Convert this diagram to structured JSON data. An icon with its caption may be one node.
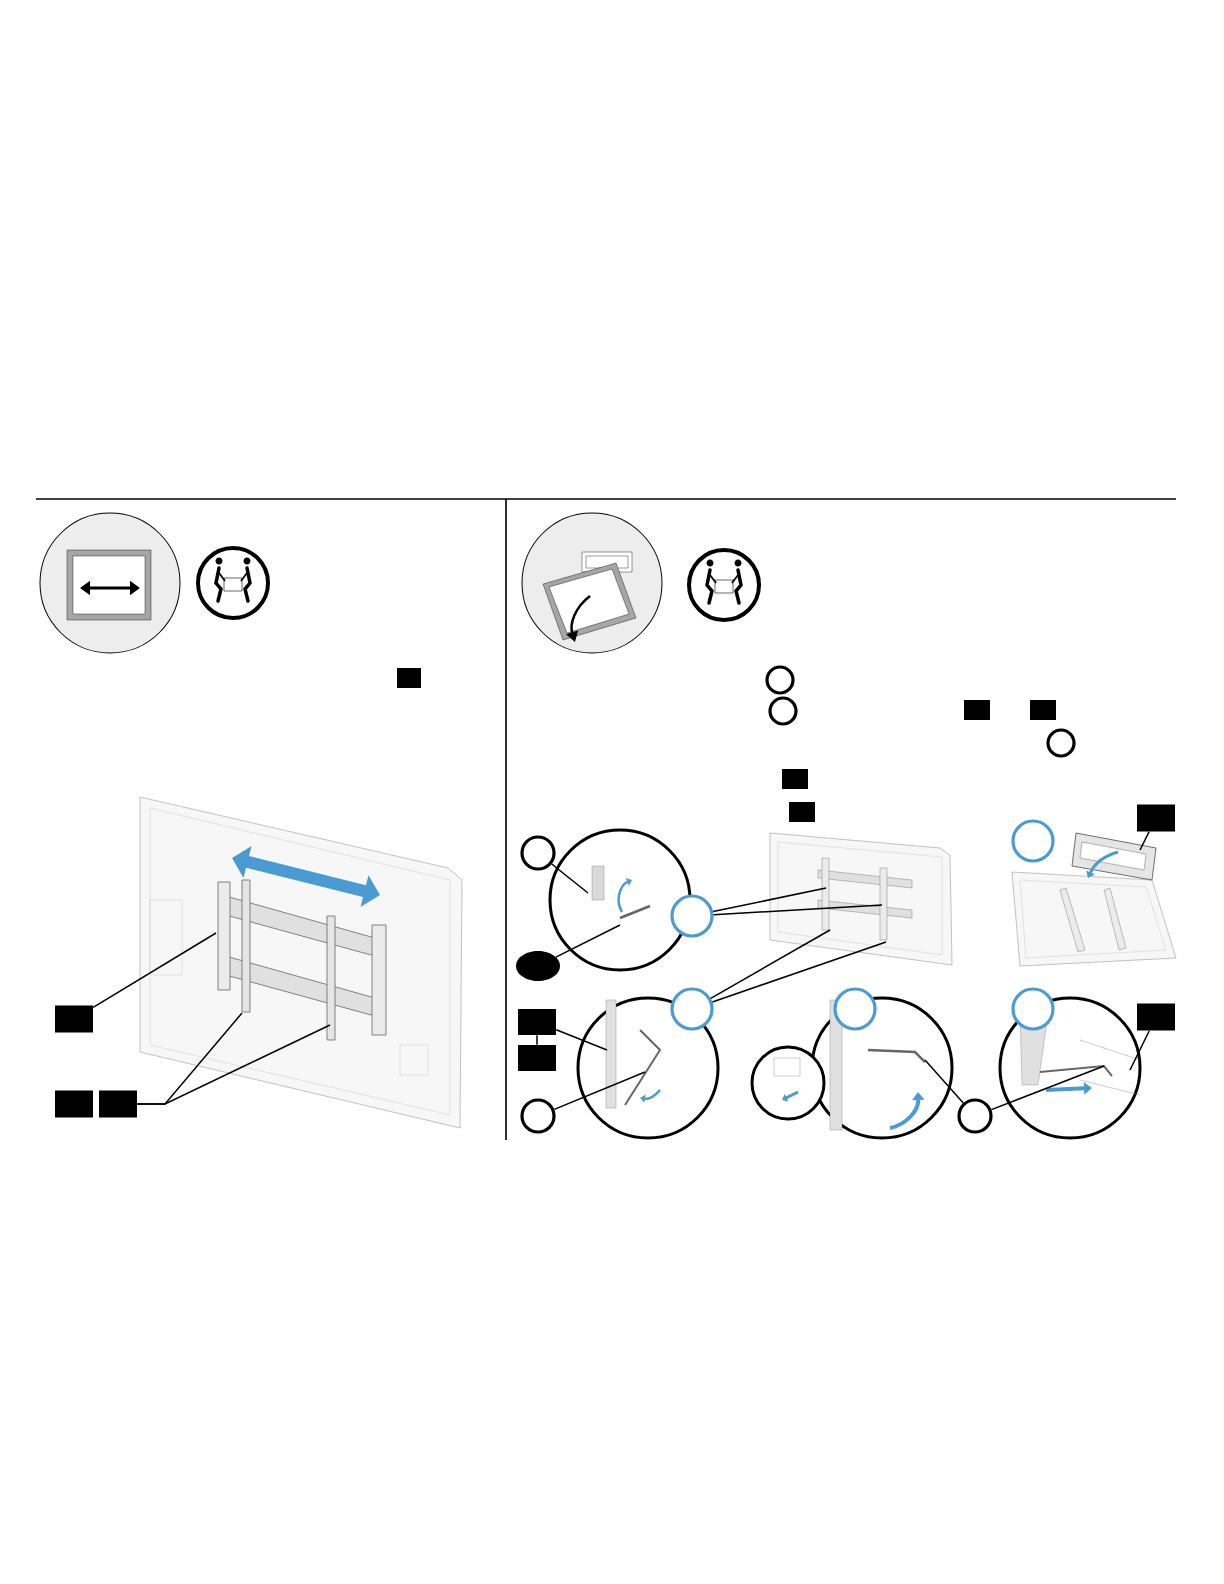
{
  "diagram": {
    "nodes": [
      {
        "text": [],
        "shape": "box"
      },
      {
        "text": [],
        "shape": "box"
      },
      {
        "text": [],
        "shape": "box"
      },
      {
        "text": [],
        "shape": "box"
      },
      {
        "text": [],
        "shape": "circle"
      },
      {
        "text": [],
        "shape": "circle"
      },
      {
        "text": [],
        "shape": "box"
      },
      {
        "text": [],
        "shape": "box"
      },
      {
        "text": [],
        "shape": "circle"
      },
      {
        "text": [],
        "shape": "box"
      },
      {
        "text": [],
        "shape": "box"
      },
      {
        "text": [],
        "shape": "box"
      },
      {
        "text": [],
        "shape": "circle"
      },
      {
        "text": [],
        "shape": "oval"
      },
      {
        "text": [],
        "shape": "circle"
      },
      {
        "text": [],
        "shape": "circle"
      },
      {
        "text": [],
        "shape": "box"
      },
      {
        "text": [],
        "shape": "box"
      },
      {
        "text": [],
        "shape": "circle"
      },
      {
        "text": [],
        "shape": "circle"
      },
      {
        "text": [],
        "shape": "circle"
      },
      {
        "text": [],
        "shape": "circle"
      },
      {
        "text": [],
        "shape": "circle"
      },
      {
        "text": [],
        "shape": "box"
      },
      {
        "text": [],
        "shape": "picture"
      },
      {
        "text": [],
        "shape": "picture"
      },
      {
        "text": [],
        "shape": "picture"
      },
      {
        "text": [],
        "shape": "picture"
      },
      {
        "text": [],
        "shape": "picture"
      },
      {
        "text": [],
        "shape": "picture"
      },
      {
        "text": [],
        "shape": "picture"
      },
      {
        "text": [],
        "shape": "picture"
      }
    ],
    "edges": [
      {
        "from": 0,
        "to": 24,
        "arrow": "none"
      },
      {
        "from": 2,
        "to": 24,
        "arrow": "none"
      },
      {
        "from": 2,
        "to": 24,
        "arrow": "none"
      },
      {
        "from": 12,
        "to": 27,
        "arrow": "none"
      },
      {
        "from": 13,
        "to": 27,
        "arrow": "none"
      },
      {
        "from": 14,
        "to": 25,
        "arrow": "none"
      },
      {
        "from": 14,
        "to": 25,
        "arrow": "none"
      },
      {
        "from": 18,
        "to": 25,
        "arrow": "none"
      },
      {
        "from": 18,
        "to": 25,
        "arrow": "none"
      },
      {
        "from": 16,
        "to": 17,
        "arrow": "none"
      },
      {
        "from": 16,
        "to": 28,
        "arrow": "none"
      },
      {
        "from": 19,
        "to": 28,
        "arrow": "none"
      },
      {
        "from": 21,
        "to": 29,
        "arrow": "none"
      },
      {
        "from": 21,
        "to": 31,
        "arrow": "none"
      },
      {
        "from": 11,
        "to": 26,
        "arrow": "none"
      },
      {
        "from": 23,
        "to": 31,
        "arrow": "none"
      }
    ]
  }
}
